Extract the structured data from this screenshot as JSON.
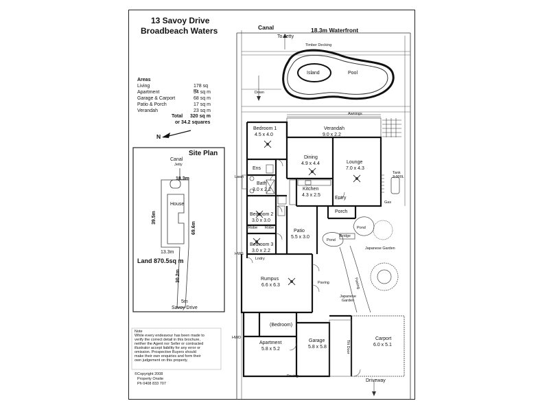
{
  "header": {
    "address_line1": "13 Savoy Drive",
    "address_line2": "Broadbeach Waters",
    "canal": "Canal",
    "to_jetty": "To Jetty",
    "waterfront": "18.3m Waterfront"
  },
  "areas": {
    "heading": "Areas",
    "rows": [
      {
        "name": "Living",
        "value": "178 sq m"
      },
      {
        "name": "Apartment",
        "value": "34 sq m"
      },
      {
        "name": "Garage & Carport",
        "value": "68 sq m"
      },
      {
        "name": "Patio & Porch",
        "value": "17 sq m"
      },
      {
        "name": "Verandah",
        "value": "23 sq m"
      }
    ],
    "total_label": "Total",
    "total_value": "320 sq m",
    "squares": "or 34.2 squares"
  },
  "compass": {
    "label": "N"
  },
  "site_plan": {
    "title": "Site Plan",
    "canal": "Canal",
    "jetty": "Jetty",
    "width_top": "18.3m",
    "house": "House",
    "side_left": "39.5m",
    "side_right": "69.6m",
    "width_mid": "13.3m",
    "land": "Land 870.5sq m",
    "side_lower": "30.2m",
    "frontage": "5m",
    "street": "Savoy Drive"
  },
  "rooms": {
    "timber_decking": "Timber Decking",
    "island": "Island",
    "pool": "Pool",
    "down": "Down",
    "awnings": "Awnings",
    "verandah": {
      "name": "Verandah",
      "size": "9.0 x 2.2"
    },
    "bedroom1": {
      "name": "Bedroom 1",
      "size": "4.5 x 4.0"
    },
    "dining": {
      "name": "Dining",
      "size": "4.9 x 4.4"
    },
    "lounge": {
      "name": "Lounge",
      "size": "7.0 x 4.3"
    },
    "tank": "Tank 3,000L",
    "ens": "Ens",
    "bath": {
      "name": "Bath",
      "size": "3.0 x 2.2"
    },
    "lawn": "Lawn",
    "kitchen": {
      "name": "Kitchen",
      "size": "4.3 x 2.5"
    },
    "entry": "Entry",
    "gas": "Gas",
    "porch": "Porch",
    "bedroom2": {
      "name": "Bedroom 2",
      "size": "3.0 x 3.0"
    },
    "robe1": "Robe",
    "robe2": "Robe",
    "patio": {
      "name": "Patio",
      "size": "5.5 x 3.0"
    },
    "pond1": "Pond",
    "pond2": "Pond",
    "bridge": "Bridge",
    "japanese_garden1": "Japanese Garden",
    "bedroom3": {
      "name": "Bedroom 3",
      "size": "3.0 x 2.2"
    },
    "lndry": "Lndry",
    "hws": "HWS",
    "rumpus": {
      "name": "Rumpus",
      "size": "6.6 x 6.3"
    },
    "paving1": "Paving",
    "paving2": "Paving",
    "japanese_garden2": "Japanese Garden",
    "bedroom_apt": "(Bedroom)",
    "apartment": {
      "name": "Apartment",
      "size": "5.8 x 5.2"
    },
    "garage": {
      "name": "Garage",
      "size": "5.8 x 5.8"
    },
    "roller": "Tilt Door",
    "carport": {
      "name": "Carport",
      "size": "6.0 x 5.1"
    },
    "hwd": "HWD",
    "paving3": "Paving",
    "driveway": "Driveway"
  },
  "note": {
    "lines": [
      "Note",
      "While every endeavour has been made to",
      "verify the correct detail in this brochure,",
      "neither the Agent nor Seller or contracted",
      "illustrator accept liability for any error or",
      "omission. Prospective Buyers should",
      "make their own enquiries and form their",
      "own judgement on this property."
    ]
  },
  "copyright": {
    "line1": "©Copyright 2008",
    "line2": "Property Onsite",
    "line3": "Ph 0408 833 707"
  }
}
